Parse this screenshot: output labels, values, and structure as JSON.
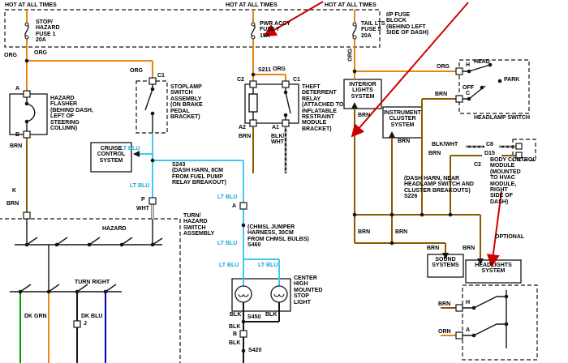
{
  "colors": {
    "org": "#E8860D",
    "brn": "#8B5A00",
    "lt_blu": "#3FC8F0",
    "wht": "#FFFFFF",
    "blk": "#141414",
    "grn": "#00A000",
    "dk_blu": "#0000B8",
    "red_annotation": "#CC0000"
  },
  "w": {
    "org": "ORG",
    "brn": "BRN",
    "lt_blu": "LT BLU",
    "wht": "WHT",
    "blk": "BLK",
    "blk_wht": "BLK/\nWHT",
    "blk_wht_inline": "BLK/WHT",
    "dk_grn": "DK GRN",
    "dk_blu": "DK BLU",
    "orn": "ORN"
  },
  "pins": {
    "a": "A",
    "b": "B",
    "c": "C",
    "h": "H",
    "j": "J",
    "k": "K",
    "p": "P",
    "c1": "C1",
    "c2": "C2",
    "a1": "A1",
    "a2": "A2",
    "c8": "C8",
    "d15": "D15"
  },
  "top": {
    "hot1": "HOT AT ALL TIMES",
    "hot2": "HOT AT ALL TIMES",
    "hot3": "HOT AT ALL TIMES",
    "ip_fuse_block": "I/P FUSE\nBLOCK\n(BEHIND LEFT\nSIDE OF DASH)",
    "fuse1": "STOP/\nHAZARD\nFUSE 1\n20A",
    "fuse7": "PWR ACCY\nFUSE 7\n15A",
    "fuse5": "TAIL LTS\nFUSE 5\n20A"
  },
  "components": {
    "hazard_flasher": "HAZARD\nFLASHER\n(BEHIND DASH,\nLEFT OF\nSTEERING\nCOLUMN)",
    "stoplamp_switch": "STOPLAMP\nSWITCH\nASSEMBLY\n(ON BRAKE\nPEDAL\nBRACKET)",
    "theft_relay": "THEFT\nDETERRENT\nRELAY\n(ATTACHED TO\nINFLATABLE\nRESTRAINT\nMODULE\nBRACKET)",
    "turn_hazard": "TURN/\nHAZARD\nSWITCH\nASSEMBLY",
    "chmsl": "CENTER\nHIGH\nMOUNTED\nSTOP\nLIGHT",
    "headlamp_switch": "HEADLAMP SWITCH",
    "bcm": "BODY CONTROL\nMODULE\n(MOUNTED\nTO HVAC\nMODULE,\nRIGHT\nSIDE OF\nDASH)",
    "hazard_label": "HAZARD",
    "turn_right_label": "TURN RIGHT",
    "optional": "OPTIONAL",
    "head": "HEAD",
    "park": "PARK",
    "off": "OFF"
  },
  "systems": {
    "cruise": "CRUISE\nCONTROL\nSYSTEM",
    "interior": "INTERIOR\nLIGHTS\nSYSTEM",
    "cluster": "INSTRUMENT\nCLUSTER\nSYSTEM",
    "sound": "SOUND\nSYSTEMS",
    "headlights": "HEADLIGHTS\nSYSTEM"
  },
  "splices": {
    "s211": "S211",
    "s243": "S243\n(DASH HARN, 8CM\nFROM FUEL PUMP\nRELAY BREAKOUT)",
    "s460": "(CHMSL JUMPER\nHARNESS, 30CM\nFROM CHMSL BULBS)\nS460",
    "s450": "S450",
    "s420": "S420",
    "s226": "(DASH HARN, NEAR\nHEADLAMP SWITCH AND\nCLUSTER BREAKOUTS)\nS226"
  }
}
